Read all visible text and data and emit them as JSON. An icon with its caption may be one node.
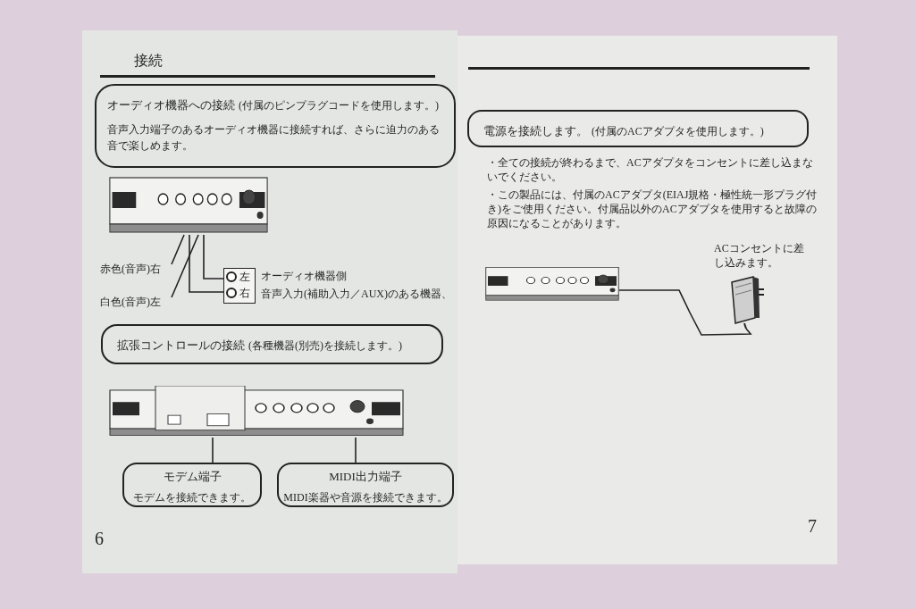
{
  "diagram": {
    "title": "接続",
    "nodes": [
      {
        "text": [
          "オーディオ機器への接続",
          "(付属のピンプラグコードを使用します。)",
          "音声入力端子のあるオーディオ機器に接続すれば、さらに迫力のある音で楽しめます。"
        ]
      },
      {
        "text": [],
        "shape": "picture"
      },
      {
        "text": [
          "左",
          "右"
        ],
        "beside": [
          "オーディオ機器側",
          "音声入力(補助入力／AUX)のある機器、"
        ]
      },
      {
        "text": [
          "赤色(音声)右"
        ]
      },
      {
        "text": [
          "白色(音声)左"
        ]
      },
      {
        "text": [
          "拡張コントロールの接続",
          "(各種機器(別売)を接続します。)"
        ]
      },
      {
        "text": [],
        "shape": "picture"
      },
      {
        "text": [
          "モデム端子",
          "モデムを接続できます。"
        ]
      },
      {
        "text": [
          "MIDI出力端子",
          "MIDI楽器や音源を接続できます。"
        ]
      },
      {
        "text": [
          "電源を接続します。",
          "(付属のACアダプタを使用します。)"
        ]
      },
      {
        "text": [],
        "shape": "picture"
      },
      {
        "text": [],
        "shape": "picture",
        "beside": [
          "ACコンセントに差し込みます。"
        ]
      }
    ],
    "edges": [
      {
        "from": 1,
        "to": 2,
        "arrow": "none"
      },
      {
        "from": 1,
        "to": 2,
        "arrow": "none"
      },
      {
        "from": 3,
        "to": 1,
        "arrow": "none"
      },
      {
        "from": 4,
        "to": 1,
        "arrow": "none"
      },
      {
        "from": 6,
        "to": 7,
        "arrow": "none"
      },
      {
        "from": 6,
        "to": 8,
        "arrow": "none"
      },
      {
        "from": 10,
        "to": 11,
        "arrow": "none"
      }
    ],
    "labels": [
      "・全ての接続が終わるまで、ACアダプタをコンセントに差し込まないでください。",
      "・この製品には、付属のACアダプタ(EIAJ規格・極性統一形プラグ付き)をご使用ください。付属品以外のACアダプタを使用すると故障の原因になることがあります。",
      "6",
      "7"
    ]
  }
}
